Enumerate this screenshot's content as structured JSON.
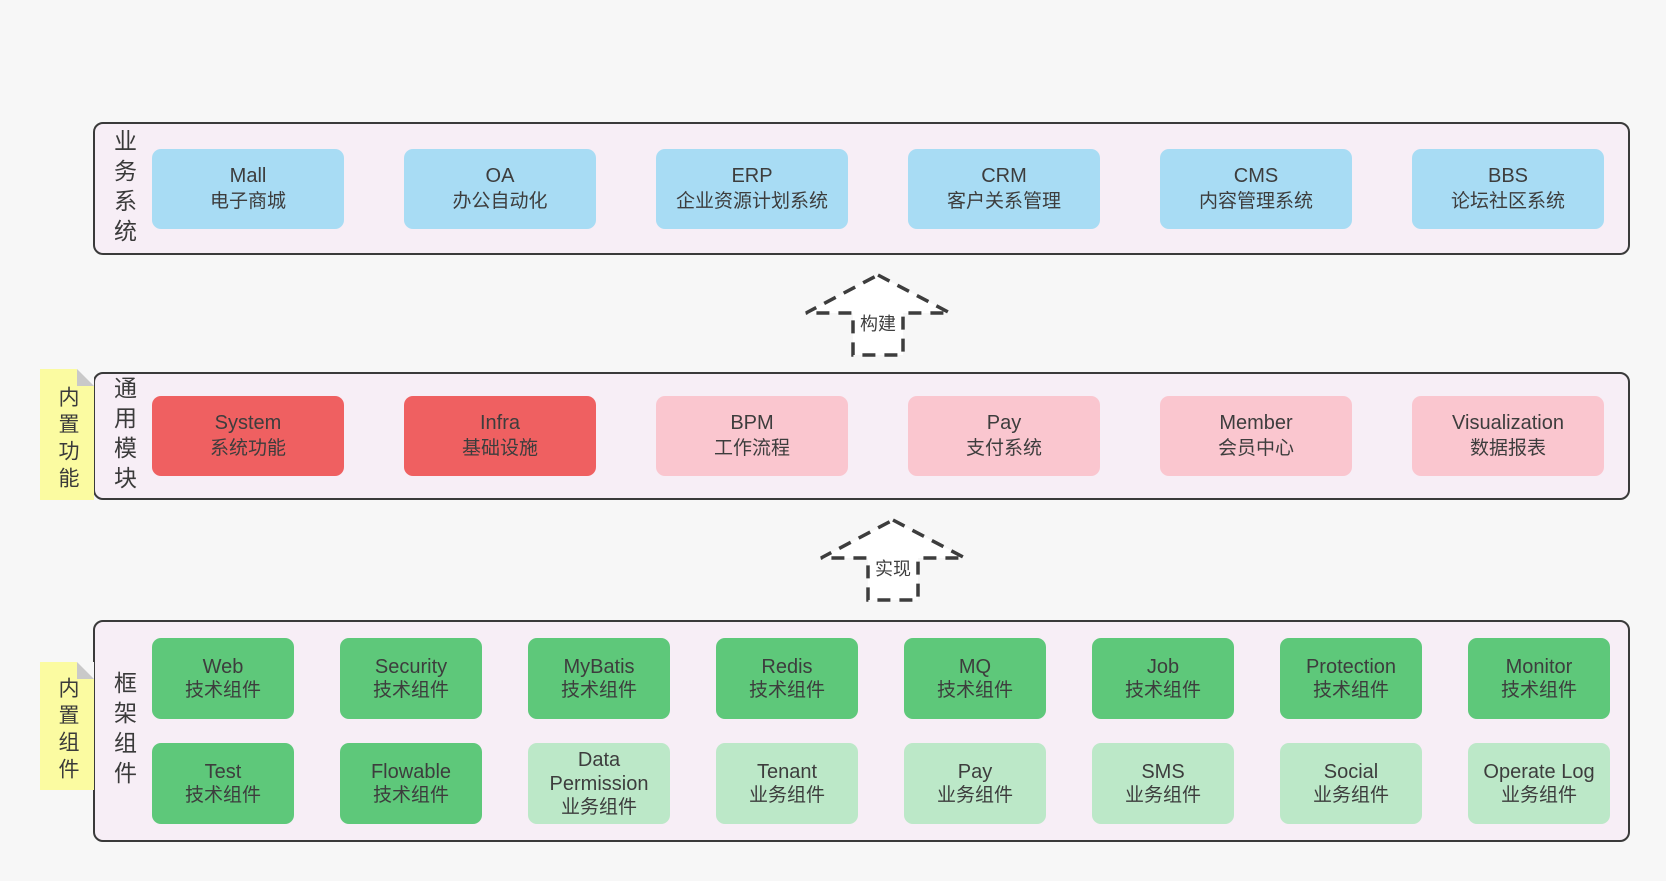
{
  "colors": {
    "page_bg": "#f7f7f7",
    "container_fill": "#f7eef6",
    "border": "#3a3a3a",
    "blue": "#a8dcf4",
    "red": "#ef6061",
    "pink": "#fac6cf",
    "green": "#5ec87a",
    "green_light": "#bce8c8",
    "note_yellow": "#fbfba1",
    "fold_gray": "#c9c9c9",
    "text": "#3d3d3d"
  },
  "sections": {
    "business": {
      "label": "业务系统",
      "boxes": [
        {
          "title": "Mall",
          "subtitle": "电子商城",
          "variant": "blue"
        },
        {
          "title": "OA",
          "subtitle": "办公自动化",
          "variant": "blue"
        },
        {
          "title": "ERP",
          "subtitle": "企业资源计划系统",
          "variant": "blue"
        },
        {
          "title": "CRM",
          "subtitle": "客户关系管理",
          "variant": "blue"
        },
        {
          "title": "CMS",
          "subtitle": "内容管理系统",
          "variant": "blue"
        },
        {
          "title": "BBS",
          "subtitle": "论坛社区系统",
          "variant": "blue"
        }
      ]
    },
    "arrow_build": {
      "label": "构建"
    },
    "modules": {
      "label": "通用模块",
      "note": "内置功能",
      "boxes": [
        {
          "title": "System",
          "subtitle": "系统功能",
          "variant": "red"
        },
        {
          "title": "Infra",
          "subtitle": "基础设施",
          "variant": "red"
        },
        {
          "title": "BPM",
          "subtitle": "工作流程",
          "variant": "pink"
        },
        {
          "title": "Pay",
          "subtitle": "支付系统",
          "variant": "pink"
        },
        {
          "title": "Member",
          "subtitle": "会员中心",
          "variant": "pink"
        },
        {
          "title": "Visualization",
          "subtitle": "数据报表",
          "variant": "pink"
        }
      ]
    },
    "arrow_implement": {
      "label": "实现"
    },
    "components": {
      "label": "框架组件",
      "note": "内置组件",
      "rows": [
        [
          {
            "title": "Web",
            "subtitle": "技术组件",
            "variant": "green"
          },
          {
            "title": "Security",
            "subtitle": "技术组件",
            "variant": "green"
          },
          {
            "title": "MyBatis",
            "subtitle": "技术组件",
            "variant": "green"
          },
          {
            "title": "Redis",
            "subtitle": "技术组件",
            "variant": "green"
          },
          {
            "title": "MQ",
            "subtitle": "技术组件",
            "variant": "green"
          },
          {
            "title": "Job",
            "subtitle": "技术组件",
            "variant": "green"
          },
          {
            "title": "Protection",
            "subtitle": "技术组件",
            "variant": "green"
          },
          {
            "title": "Monitor",
            "subtitle": "技术组件",
            "variant": "green"
          }
        ],
        [
          {
            "title": "Test",
            "subtitle": "技术组件",
            "variant": "green"
          },
          {
            "title": "Flowable",
            "subtitle": "技术组件",
            "variant": "green"
          },
          {
            "title": "Data Permission",
            "subtitle": "业务组件",
            "variant": "green-light"
          },
          {
            "title": "Tenant",
            "subtitle": "业务组件",
            "variant": "green-light"
          },
          {
            "title": "Pay",
            "subtitle": "业务组件",
            "variant": "green-light"
          },
          {
            "title": "SMS",
            "subtitle": "业务组件",
            "variant": "green-light"
          },
          {
            "title": "Social",
            "subtitle": "业务组件",
            "variant": "green-light"
          },
          {
            "title": "Operate Log",
            "subtitle": "业务组件",
            "variant": "green-light"
          }
        ]
      ]
    }
  }
}
